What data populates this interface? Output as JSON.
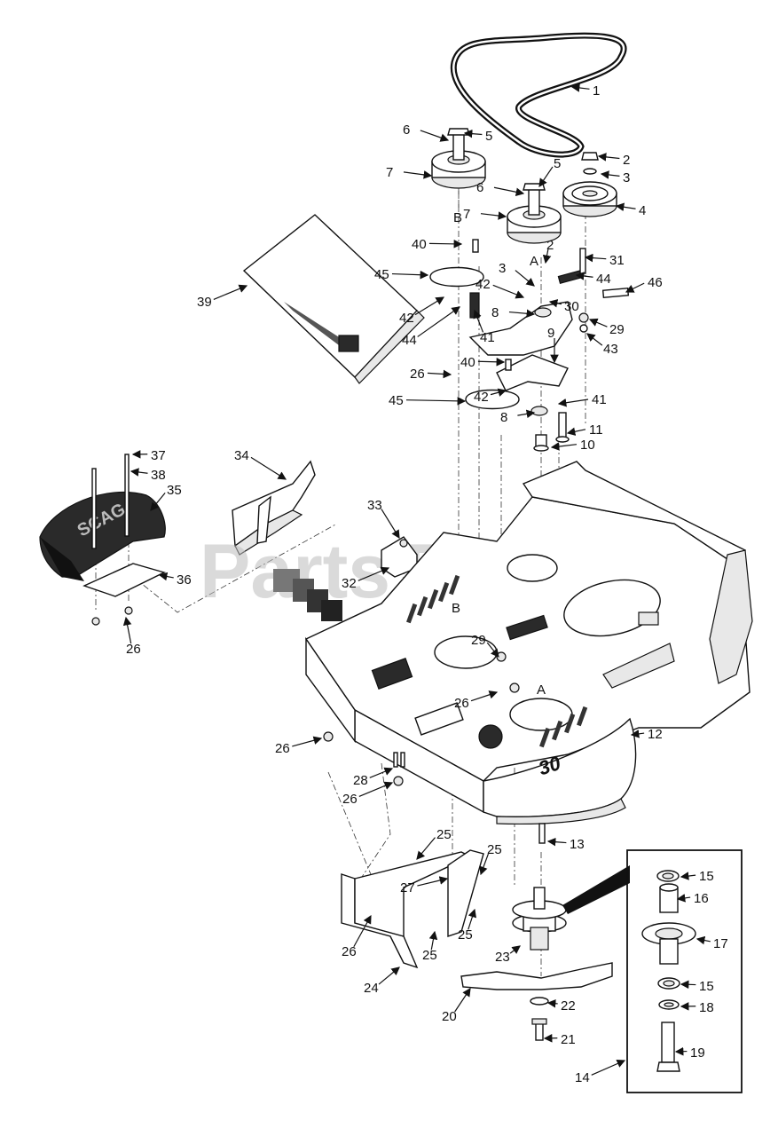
{
  "watermark": "PartsTree",
  "deck_number": "30",
  "refs": {
    "A": "A",
    "B": "B"
  },
  "callouts": [
    {
      "id": "c1",
      "label": "1"
    },
    {
      "id": "c2a",
      "label": "2"
    },
    {
      "id": "c2b",
      "label": "2"
    },
    {
      "id": "c3a",
      "label": "3"
    },
    {
      "id": "c3b",
      "label": "3"
    },
    {
      "id": "c4",
      "label": "4"
    },
    {
      "id": "c5a",
      "label": "5"
    },
    {
      "id": "c5b",
      "label": "5"
    },
    {
      "id": "c6a",
      "label": "6"
    },
    {
      "id": "c6b",
      "label": "6"
    },
    {
      "id": "c7a",
      "label": "7"
    },
    {
      "id": "c7b",
      "label": "7"
    },
    {
      "id": "c8a",
      "label": "8"
    },
    {
      "id": "c8b",
      "label": "8"
    },
    {
      "id": "c9",
      "label": "9"
    },
    {
      "id": "c10",
      "label": "10"
    },
    {
      "id": "c11",
      "label": "11"
    },
    {
      "id": "c12",
      "label": "12"
    },
    {
      "id": "c13",
      "label": "13"
    },
    {
      "id": "c14",
      "label": "14"
    },
    {
      "id": "c15a",
      "label": "15"
    },
    {
      "id": "c15b",
      "label": "15"
    },
    {
      "id": "c16",
      "label": "16"
    },
    {
      "id": "c17",
      "label": "17"
    },
    {
      "id": "c18",
      "label": "18"
    },
    {
      "id": "c19",
      "label": "19"
    },
    {
      "id": "c20",
      "label": "20"
    },
    {
      "id": "c21",
      "label": "21"
    },
    {
      "id": "c22",
      "label": "22"
    },
    {
      "id": "c23",
      "label": "23"
    },
    {
      "id": "c24",
      "label": "24"
    },
    {
      "id": "c25a",
      "label": "25"
    },
    {
      "id": "c25b",
      "label": "25"
    },
    {
      "id": "c25c",
      "label": "25"
    },
    {
      "id": "c25d",
      "label": "25"
    },
    {
      "id": "c26a",
      "label": "26"
    },
    {
      "id": "c26b",
      "label": "26"
    },
    {
      "id": "c26c",
      "label": "26"
    },
    {
      "id": "c26d",
      "label": "26"
    },
    {
      "id": "c26e",
      "label": "26"
    },
    {
      "id": "c26f",
      "label": "26"
    },
    {
      "id": "c27",
      "label": "27"
    },
    {
      "id": "c28",
      "label": "28"
    },
    {
      "id": "c29a",
      "label": "29"
    },
    {
      "id": "c29b",
      "label": "29"
    },
    {
      "id": "c30",
      "label": "30"
    },
    {
      "id": "c31",
      "label": "31"
    },
    {
      "id": "c32",
      "label": "32"
    },
    {
      "id": "c33",
      "label": "33"
    },
    {
      "id": "c34",
      "label": "34"
    },
    {
      "id": "c35",
      "label": "35"
    },
    {
      "id": "c36",
      "label": "36"
    },
    {
      "id": "c37",
      "label": "37"
    },
    {
      "id": "c38",
      "label": "38"
    },
    {
      "id": "c39",
      "label": "39"
    },
    {
      "id": "c40a",
      "label": "40"
    },
    {
      "id": "c40b",
      "label": "40"
    },
    {
      "id": "c41a",
      "label": "41"
    },
    {
      "id": "c41b",
      "label": "41"
    },
    {
      "id": "c42a",
      "label": "42"
    },
    {
      "id": "c42b",
      "label": "42"
    },
    {
      "id": "c42c",
      "label": "42"
    },
    {
      "id": "c43",
      "label": "43"
    },
    {
      "id": "c44a",
      "label": "44"
    },
    {
      "id": "c44b",
      "label": "44"
    },
    {
      "id": "c45a",
      "label": "45"
    },
    {
      "id": "c45b",
      "label": "45"
    },
    {
      "id": "c46",
      "label": "46"
    }
  ]
}
